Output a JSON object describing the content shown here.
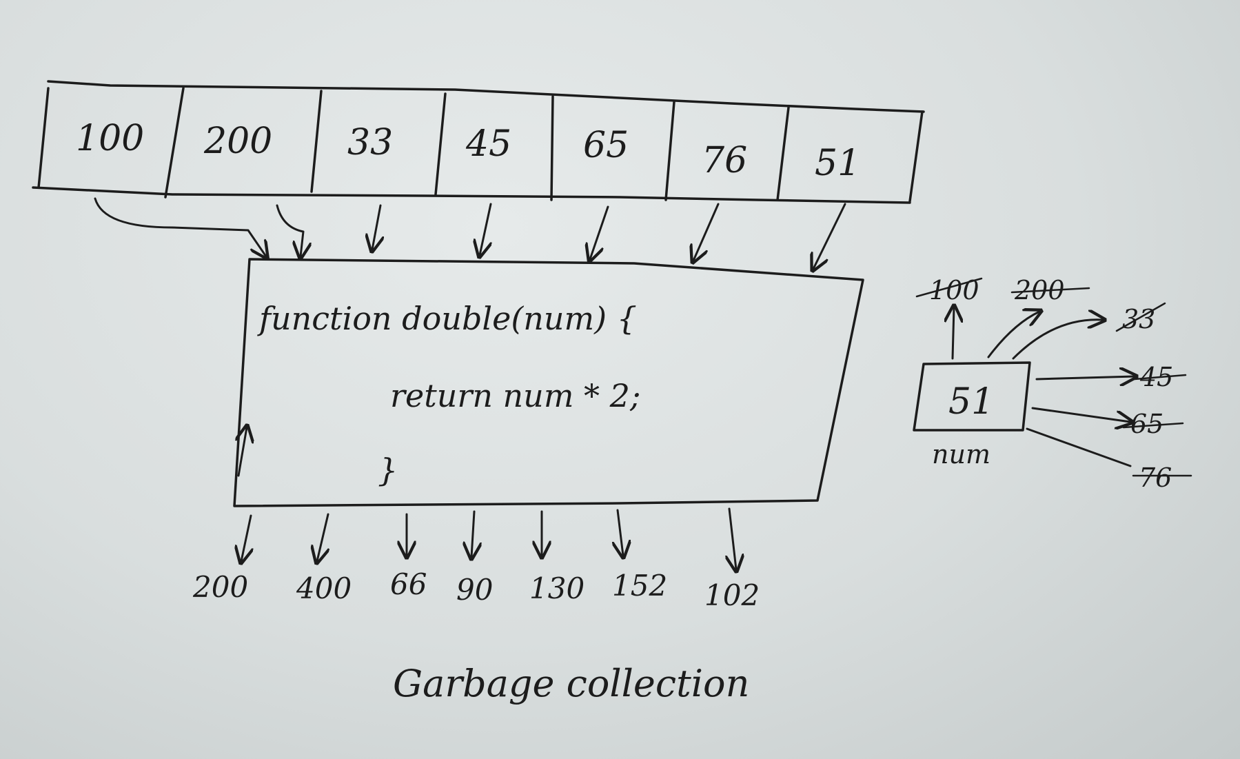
{
  "array": {
    "values": [
      "100",
      "200",
      "33",
      "45",
      "65",
      "76",
      "51"
    ]
  },
  "function_box": {
    "line1": "function double(num) {",
    "line2": "return num * 2;",
    "line3": "}"
  },
  "outputs": [
    "200",
    "400",
    "66",
    "90",
    "130",
    "152",
    "102"
  ],
  "side": {
    "box_value": "51",
    "var_label": "num",
    "targets": [
      "100",
      "200",
      "33",
      "45",
      "65",
      "76"
    ]
  },
  "caption": "Garbage collection",
  "colors": {
    "ink": "#1c1c1c",
    "paper": "#dfe3e3"
  }
}
